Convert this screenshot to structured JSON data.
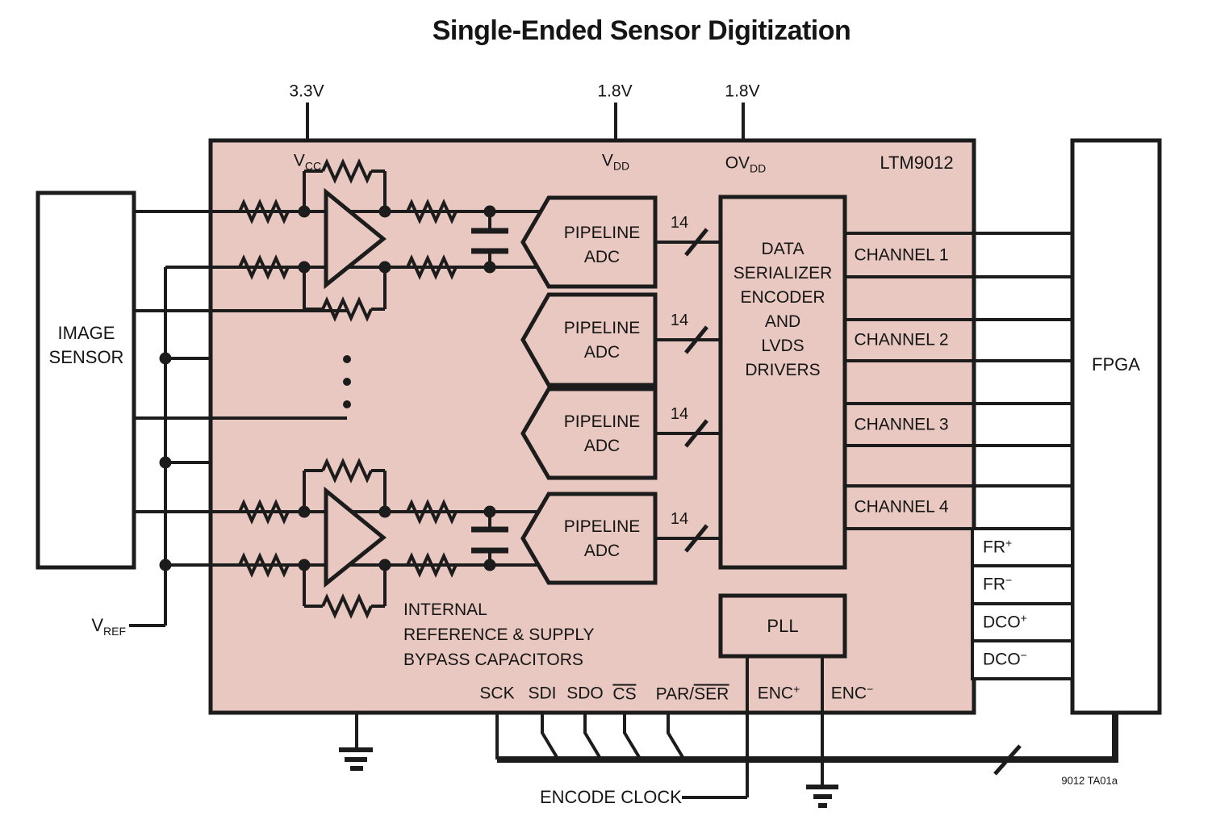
{
  "colors": {
    "block_fill": "#e8c8c0",
    "ink": "#1c1c1c"
  },
  "title": "Single-Ended Sensor Digitization",
  "part_number": "LTM9012",
  "supplies": [
    {
      "voltage": "3.3V",
      "pin_base": "V",
      "pin_sub": "CC"
    },
    {
      "voltage": "1.8V",
      "pin_base": "V",
      "pin_sub": "DD"
    },
    {
      "voltage": "1.8V",
      "pin_base": "OV",
      "pin_sub": "DD"
    }
  ],
  "image_sensor": {
    "line1": "IMAGE",
    "line2": "SENSOR"
  },
  "fpga": "FPGA",
  "adc": {
    "line1": "PIPELINE",
    "line2": "ADC"
  },
  "bus_width": "14",
  "serializer": {
    "line1": "DATA",
    "line2": "SERIALIZER",
    "line3": "ENCODER",
    "line4": "AND",
    "line5": "LVDS",
    "line6": "DRIVERS"
  },
  "pll": "PLL",
  "internal_note": {
    "line1": "INTERNAL",
    "line2": "REFERENCE & SUPPLY",
    "line3": "BYPASS CAPACITORS"
  },
  "channels": [
    {
      "label": "CHANNEL 1"
    },
    {
      "label": "CHANNEL 2"
    },
    {
      "label": "CHANNEL 3"
    },
    {
      "label": "CHANNEL 4"
    }
  ],
  "lvds_clocks": [
    {
      "base": "FR",
      "sup": "+"
    },
    {
      "base": "FR",
      "sup": "−"
    },
    {
      "base": "DCO",
      "sup": "+"
    },
    {
      "base": "DCO",
      "sup": "−"
    }
  ],
  "bottom_pins": {
    "sck": "SCK",
    "sdi": "SDI",
    "sdo": "SDO",
    "cs": "CS",
    "par": "PAR/",
    "ser": "SER",
    "enc_p_base": "ENC",
    "enc_p_sup": "+",
    "enc_m_base": "ENC",
    "enc_m_sup": "−"
  },
  "vref": {
    "base": "V",
    "sub": "REF"
  },
  "encode_clock": "ENCODE CLOCK",
  "figure_note": "9012 TA01a"
}
